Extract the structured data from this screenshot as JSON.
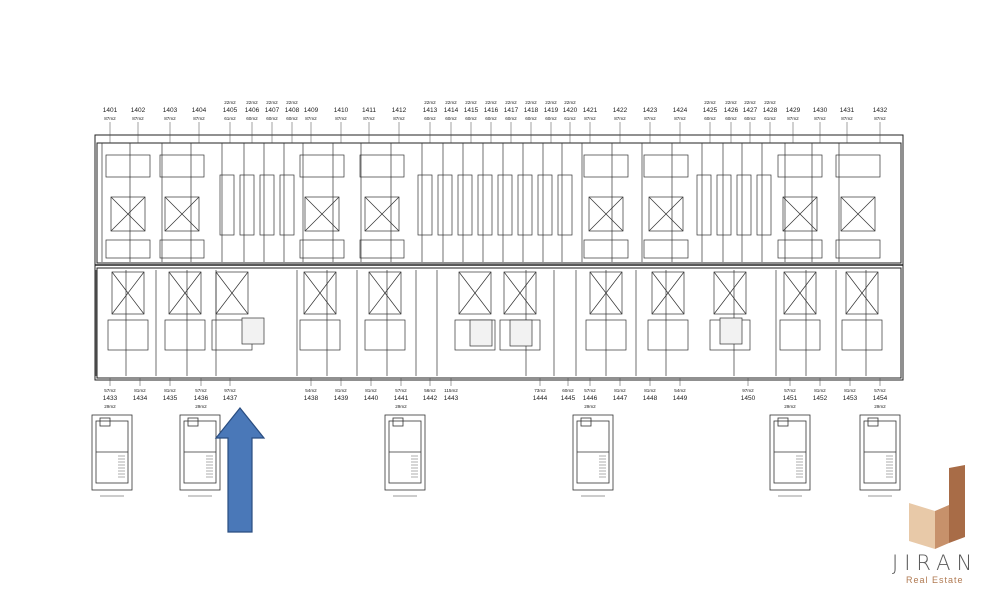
{
  "top_units": [
    {
      "no": "1401",
      "area": "87m2"
    },
    {
      "no": "1402",
      "area": "87m2"
    },
    {
      "no": "1403",
      "area": "87m2"
    },
    {
      "no": "1404",
      "area": "87m2"
    },
    {
      "no": "1405",
      "area": "61m2",
      "sub": "22m2"
    },
    {
      "no": "1406",
      "area": "60m2",
      "sub": "22m2"
    },
    {
      "no": "1407",
      "area": "60m2",
      "sub": "22m2"
    },
    {
      "no": "1408",
      "area": "60m2",
      "sub": "22m2"
    },
    {
      "no": "1409",
      "area": "87m2"
    },
    {
      "no": "1410",
      "area": "87m2"
    },
    {
      "no": "1411",
      "area": "87m2"
    },
    {
      "no": "1412",
      "area": "87m2"
    },
    {
      "no": "1413",
      "area": "60m2",
      "sub": "22m2"
    },
    {
      "no": "1414",
      "area": "60m2",
      "sub": "22m2"
    },
    {
      "no": "1415",
      "area": "60m2",
      "sub": "22m2"
    },
    {
      "no": "1416",
      "area": "60m2",
      "sub": "22m2"
    },
    {
      "no": "1417",
      "area": "60m2",
      "sub": "22m2"
    },
    {
      "no": "1418",
      "area": "60m2",
      "sub": "22m2"
    },
    {
      "no": "1419",
      "area": "60m2",
      "sub": "22m2"
    },
    {
      "no": "1420",
      "area": "61m2",
      "sub": "22m2"
    },
    {
      "no": "1421",
      "area": "87m2"
    },
    {
      "no": "1422",
      "area": "87m2"
    },
    {
      "no": "1423",
      "area": "87m2"
    },
    {
      "no": "1424",
      "area": "87m2"
    },
    {
      "no": "1425",
      "area": "60m2",
      "sub": "22m2"
    },
    {
      "no": "1426",
      "area": "60m2",
      "sub": "22m2"
    },
    {
      "no": "1427",
      "area": "60m2",
      "sub": "22m2"
    },
    {
      "no": "1428",
      "area": "61m2",
      "sub": "22m2"
    },
    {
      "no": "1429",
      "area": "87m2"
    },
    {
      "no": "1430",
      "area": "87m2"
    },
    {
      "no": "1431",
      "area": "87m2"
    },
    {
      "no": "1432",
      "area": "87m2"
    }
  ],
  "bottom_units": [
    {
      "no": "1433",
      "area": "57m2",
      "sub": "29m2"
    },
    {
      "no": "1434",
      "area": "81m2"
    },
    {
      "no": "1435",
      "area": "81m2"
    },
    {
      "no": "1436",
      "area": "57m2",
      "sub": "29m2"
    },
    {
      "no": "1437",
      "area": "97m2"
    },
    {
      "no": "1438",
      "area": "54m2"
    },
    {
      "no": "1439",
      "area": "81m2"
    },
    {
      "no": "1440",
      "area": "81m2"
    },
    {
      "no": "1441",
      "area": "57m2",
      "sub": "29m2"
    },
    {
      "no": "1442",
      "area": "56m2"
    },
    {
      "no": "1443",
      "area": "115m2"
    },
    {
      "no": "1444",
      "area": "73m2"
    },
    {
      "no": "1445",
      "area": "60m2"
    },
    {
      "no": "1446",
      "area": "57m2",
      "sub": "29m2"
    },
    {
      "no": "1447",
      "area": "81m2"
    },
    {
      "no": "1448",
      "area": "81m2"
    },
    {
      "no": "1449",
      "area": "54m2"
    },
    {
      "no": "1450",
      "area": "97m2"
    },
    {
      "no": "1451",
      "area": "57m2",
      "sub": "29m2"
    },
    {
      "no": "1452",
      "area": "81m2"
    },
    {
      "no": "1453",
      "area": "81m2"
    },
    {
      "no": "1454",
      "area": "57m2",
      "sub": "29m2"
    }
  ],
  "brand": {
    "name": "JIRAN",
    "tagline": "Real Estate",
    "accent": "#b07a52",
    "logo_colors": [
      "#e8c9a8",
      "#c7916b",
      "#a86c47"
    ]
  },
  "arrow_color": "#4a78b8",
  "arrow_stroke": "#2a4d80"
}
